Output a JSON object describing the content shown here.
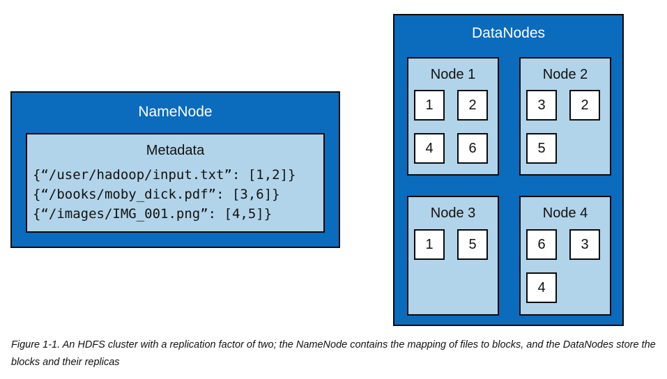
{
  "namenode": {
    "title": "NameNode",
    "metadata": {
      "title": "Metadata",
      "lines": [
        "{“/user/hadoop/input.txt”: [1,2]}",
        "{“/books/moby_dick.pdf”: [3,6]}",
        "{“/images/IMG_001.png”: [4,5]}"
      ]
    }
  },
  "datanodes": {
    "title": "DataNodes",
    "nodes": [
      {
        "name": "Node 1",
        "blocks": [
          "1",
          "2",
          "4",
          "6"
        ]
      },
      {
        "name": "Node 2",
        "blocks": [
          "3",
          "2",
          "5"
        ]
      },
      {
        "name": "Node 3",
        "blocks": [
          "1",
          "5"
        ]
      },
      {
        "name": "Node 4",
        "blocks": [
          "6",
          "3",
          "4"
        ]
      }
    ]
  },
  "caption": "Figure 1-1. An HDFS cluster with a replication factor of two; the NameNode contains the mapping of files to blocks, and the DataNodes store the blocks and their replicas",
  "colors": {
    "outer": "#0b6bbd",
    "inner": "#b2d4ea",
    "block": "#ffffff"
  }
}
